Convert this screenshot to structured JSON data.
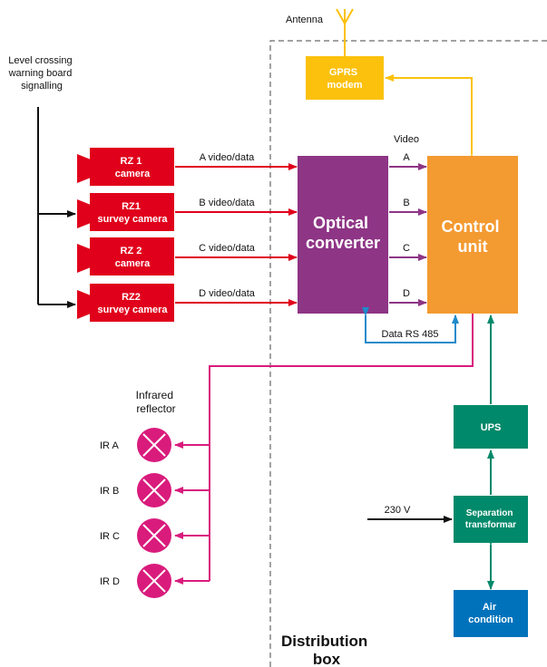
{
  "labels": {
    "antenna": "Antenna",
    "level_crossing": [
      "Level crossing",
      "warning board",
      "signalling"
    ],
    "video": "Video",
    "data_rs485": "Data RS 485",
    "infrared_reflector": [
      "Infrared",
      "reflector"
    ],
    "input_230v": "230 V",
    "distribution_box": [
      "Distribution",
      "box"
    ]
  },
  "blocks": {
    "gprs": [
      "GPRS",
      "modem"
    ],
    "optical": [
      "Optical",
      "converter"
    ],
    "control": [
      "Control",
      "unit"
    ],
    "ups": [
      "UPS"
    ],
    "transformer": [
      "Separation",
      "transformar"
    ],
    "aircon": [
      "Air",
      "condition"
    ]
  },
  "cameras": [
    {
      "name": [
        "RZ 1",
        "camera"
      ],
      "link": "A video/data",
      "port": "A"
    },
    {
      "name": [
        "RZ1",
        "survey camera"
      ],
      "link": "B video/data",
      "port": "B"
    },
    {
      "name": [
        "RZ 2",
        "camera"
      ],
      "link": "C video/data",
      "port": "C"
    },
    {
      "name": [
        "RZ2",
        "survey camera"
      ],
      "link": "D video/data",
      "port": "D"
    }
  ],
  "reflectors": [
    "IR A",
    "IR B",
    "IR C",
    "IR D"
  ],
  "colors": {
    "camera_red": "#e0001b",
    "optical_purple": "#8e3585",
    "control_orange": "#f39a31",
    "gprs_yellow": "#fcc10d",
    "green": "#00896a",
    "aircon_blue": "#0072bb",
    "rs485_blue": "#1d8acb",
    "magenta": "#d91b7c",
    "black": "#111111"
  }
}
